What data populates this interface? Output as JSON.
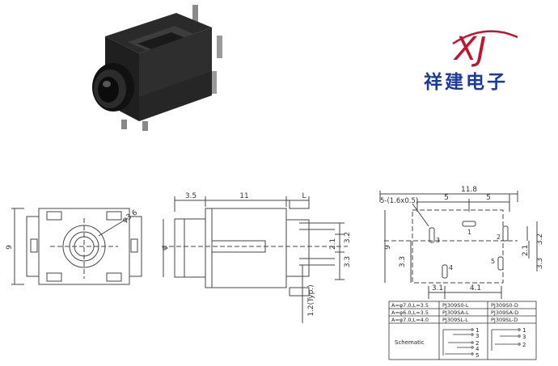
{
  "brand": {
    "logo_letters": "XJ",
    "name": "祥建电子",
    "colors": {
      "logo_red": "#c4122f",
      "logo_blue": "#1a3aa0"
    }
  },
  "front_view": {
    "dimensions": [
      "9",
      "φ3.6"
    ]
  },
  "side_view": {
    "dimensions": [
      "3.5",
      "11",
      "L",
      "φ",
      "3.2",
      "2.1",
      "3.3",
      "1.2(Typ.)"
    ]
  },
  "footprint": {
    "hole_note": "5-(1.6x0.5)",
    "dimensions": [
      "11.8",
      "5",
      "5",
      "9",
      "3.3",
      "3.2",
      "2.1",
      "3.3",
      "3.1",
      "4.1"
    ],
    "pin_labels": [
      "1",
      "2",
      "3",
      "4",
      "5"
    ]
  },
  "spec_table": {
    "rows": [
      [
        "A=φ7.0,L=3.5",
        "PJ309S0-L",
        "PJ309S0-D"
      ],
      [
        "A=φ6.0,L=3.5",
        "PJ309SA-L",
        "PJ309SA-D"
      ],
      [
        "A=φ7.0,L=4.0",
        "PJ309SL-L",
        "PJ309SL-D"
      ]
    ],
    "schematic_label": "Schematic",
    "left_pins": [
      "1",
      "3",
      "2",
      "4",
      "5"
    ],
    "right_pins": [
      "1",
      "3",
      "2"
    ]
  }
}
